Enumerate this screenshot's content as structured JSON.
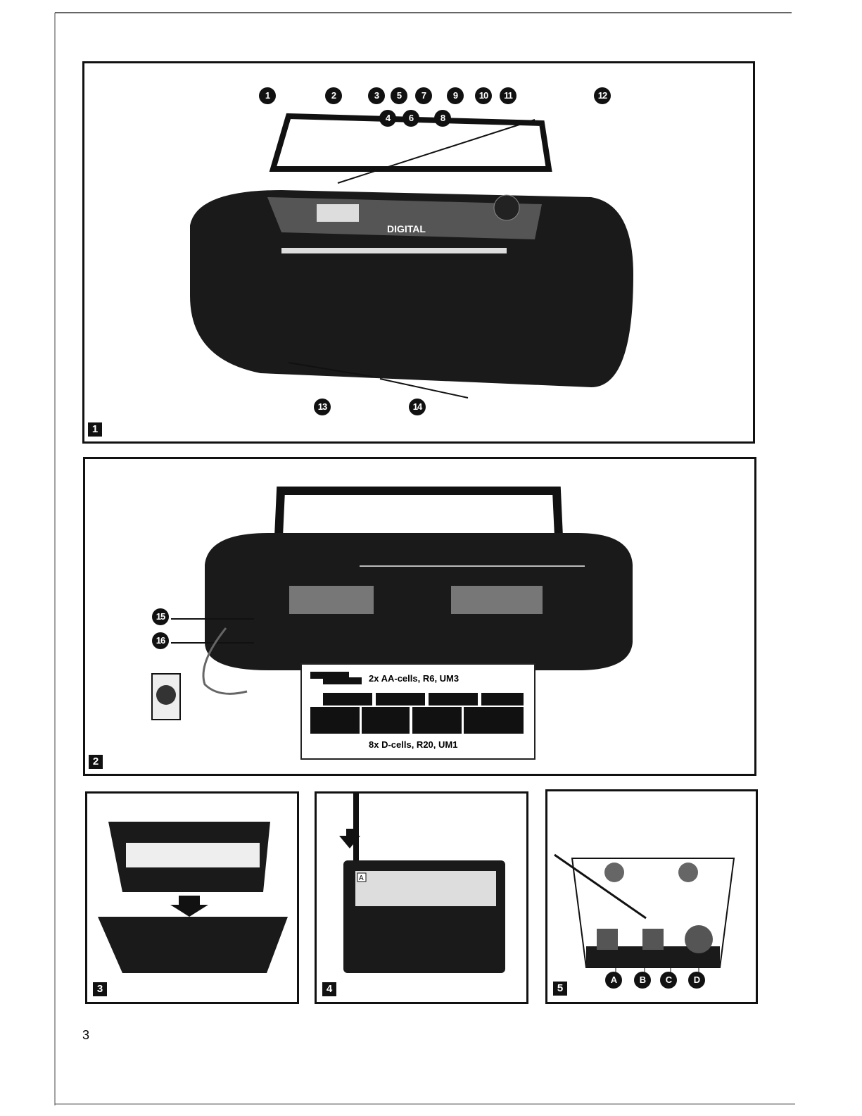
{
  "figures": [
    {
      "label": "1",
      "callouts": [
        "1",
        "2",
        "3",
        "5",
        "7",
        "9",
        "10",
        "11",
        "12",
        "4",
        "6",
        "8",
        "13",
        "14"
      ],
      "brand_text": "DIGITAL"
    },
    {
      "label": "2",
      "callouts": [
        "15",
        "16"
      ],
      "battery_aa": "2x AA-cells, R6, UM3",
      "battery_d": "8x D-cells, R20, UM1"
    },
    {
      "label": "3"
    },
    {
      "label": "4",
      "cassette_side": "A"
    },
    {
      "label": "5",
      "callouts": [
        "A",
        "B",
        "C",
        "D"
      ]
    }
  ],
  "page_number": "3"
}
